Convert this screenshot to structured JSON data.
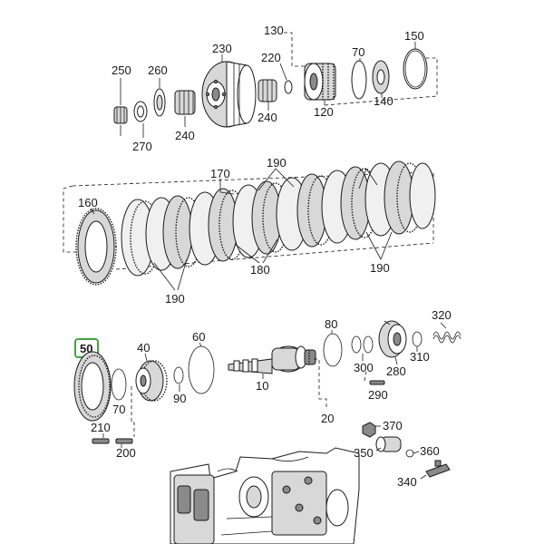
{
  "diagram": {
    "highlight_color": "#3aaa35",
    "selected_callout": "50",
    "callouts": {
      "c250": "250",
      "c260": "260",
      "c270": "270",
      "c240a": "240",
      "c230": "230",
      "c240b": "240",
      "c220": "220",
      "c130": "130",
      "c120": "120",
      "c70a": "70",
      "c140": "140",
      "c150": "150",
      "c160": "160",
      "c170": "170",
      "c190a": "190",
      "c180": "180",
      "c190b": "190",
      "c190c": "190",
      "c50": "50",
      "c40": "40",
      "c60": "60",
      "c70b": "70",
      "c90": "90",
      "c10": "10",
      "c210": "210",
      "c200": "200",
      "c80": "80",
      "c300": "300",
      "c280": "280",
      "c310": "310",
      "c320": "320",
      "c290": "290",
      "c20": "20",
      "c370": "370",
      "c350": "350",
      "c360": "360",
      "c340": "340"
    }
  }
}
